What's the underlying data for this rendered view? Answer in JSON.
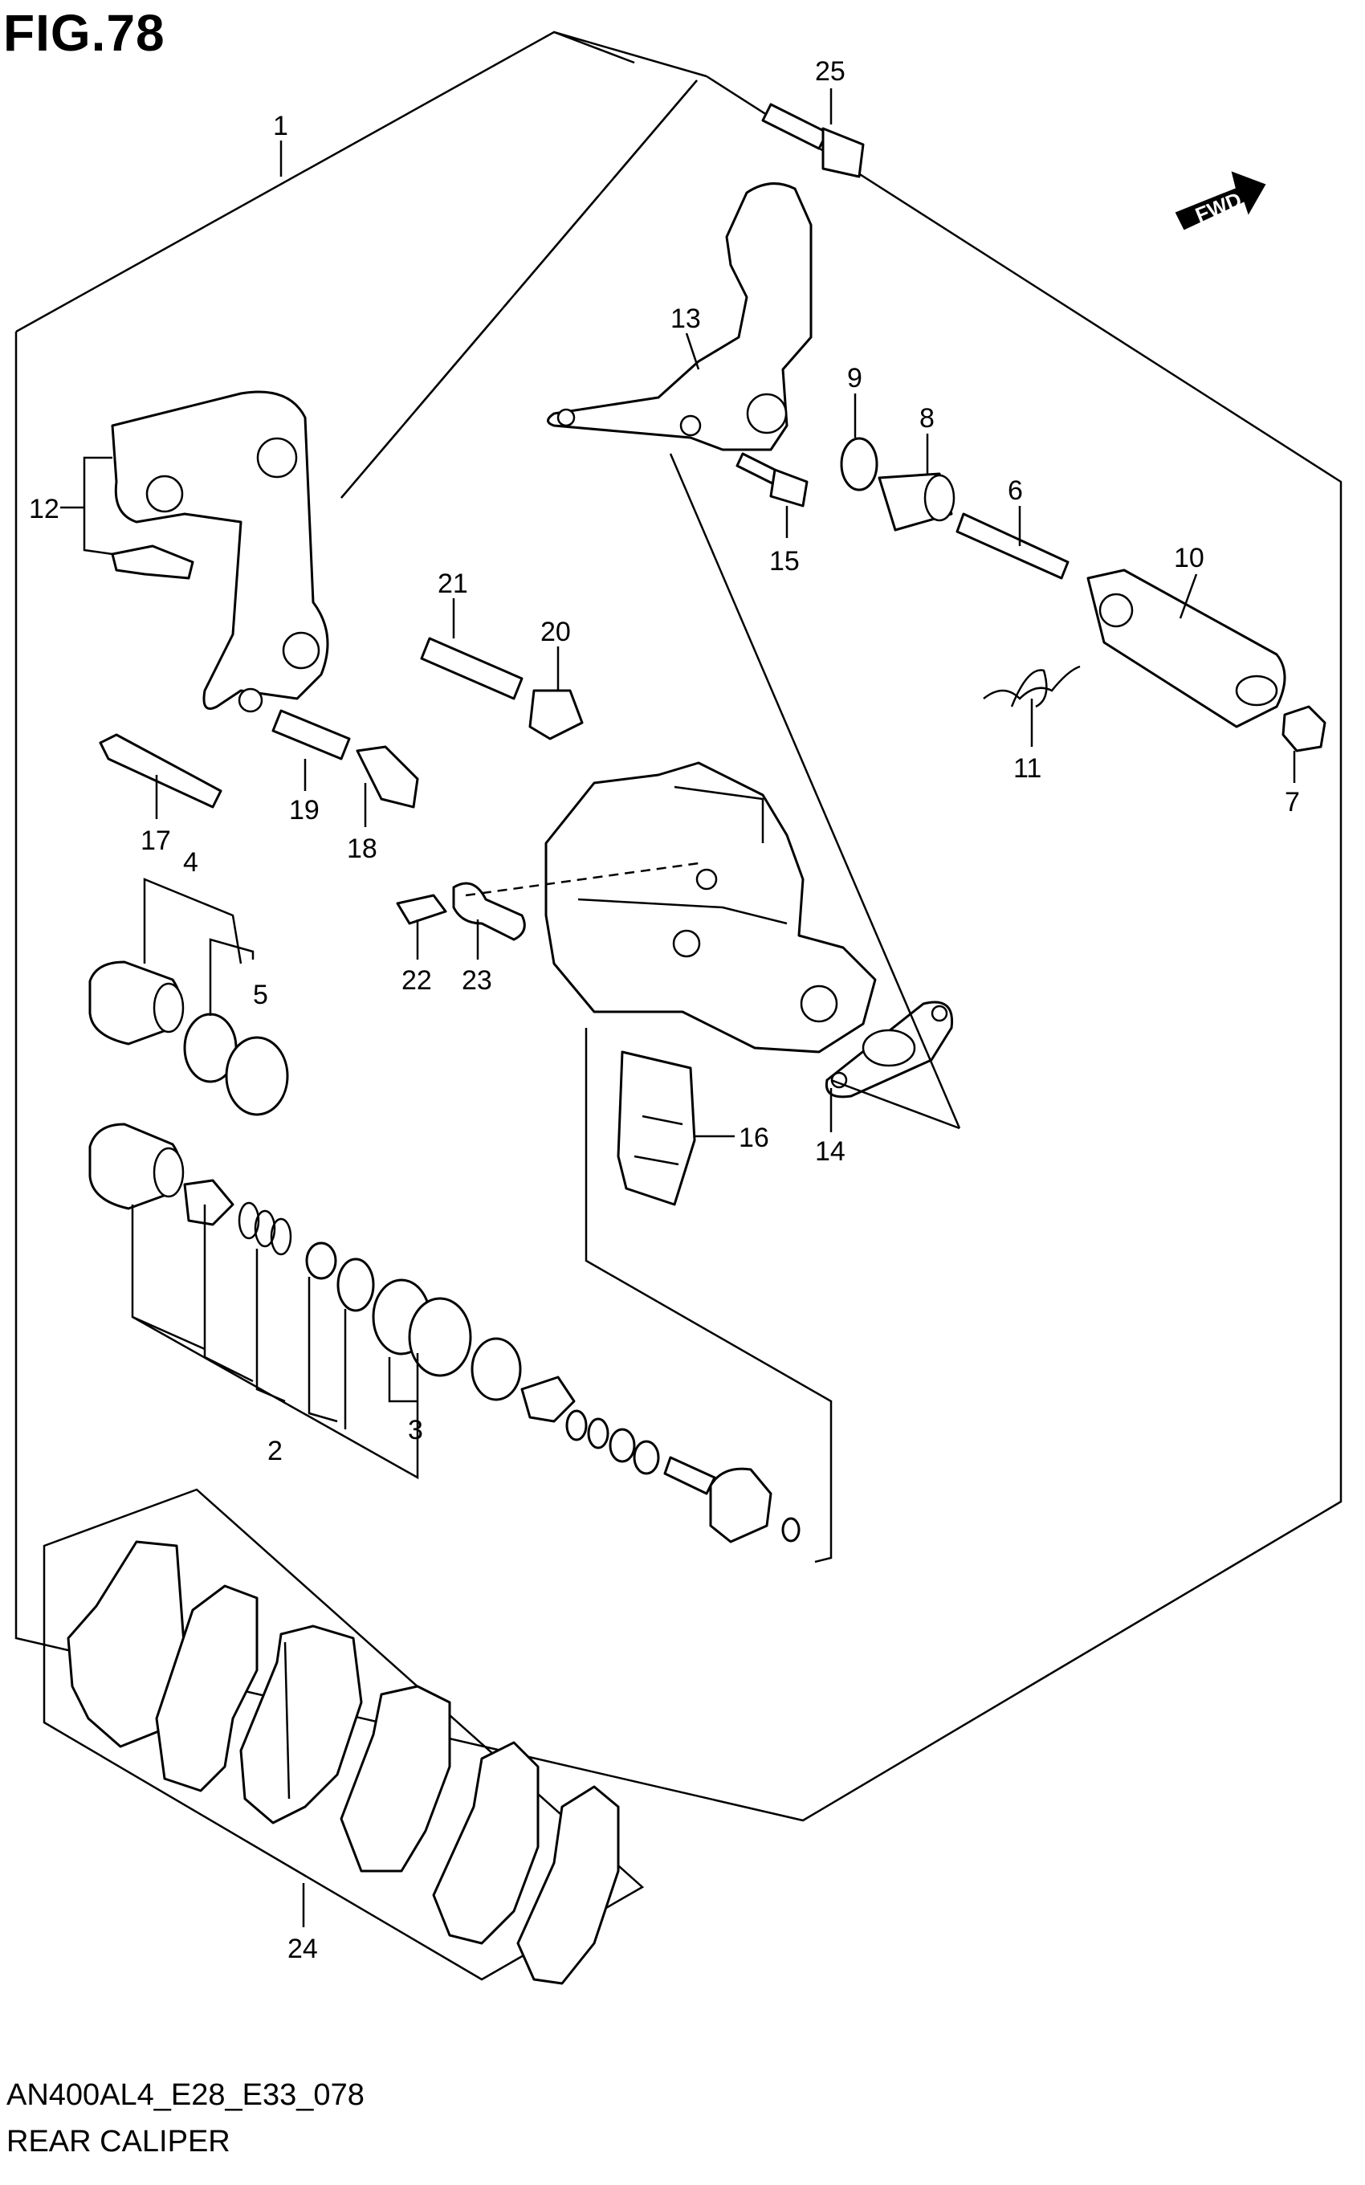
{
  "figure": {
    "title": "FIG.78",
    "code": "AN400AL4_E28_E33_078",
    "name": "REAR CALIPER"
  },
  "direction_marker": {
    "label": "FWD",
    "icon": "forward-arrow-icon"
  },
  "callouts": [
    {
      "id": "1",
      "label": "1"
    },
    {
      "id": "2",
      "label": "2"
    },
    {
      "id": "3",
      "label": "3"
    },
    {
      "id": "4",
      "label": "4"
    },
    {
      "id": "5",
      "label": "5"
    },
    {
      "id": "6",
      "label": "6"
    },
    {
      "id": "7",
      "label": "7"
    },
    {
      "id": "8",
      "label": "8"
    },
    {
      "id": "9",
      "label": "9"
    },
    {
      "id": "10",
      "label": "10"
    },
    {
      "id": "11",
      "label": "11"
    },
    {
      "id": "12",
      "label": "12"
    },
    {
      "id": "13",
      "label": "13"
    },
    {
      "id": "14",
      "label": "14"
    },
    {
      "id": "15",
      "label": "15"
    },
    {
      "id": "16",
      "label": "16"
    },
    {
      "id": "17",
      "label": "17"
    },
    {
      "id": "18",
      "label": "18"
    },
    {
      "id": "19",
      "label": "19"
    },
    {
      "id": "20",
      "label": "20"
    },
    {
      "id": "21",
      "label": "21"
    },
    {
      "id": "22",
      "label": "22"
    },
    {
      "id": "23",
      "label": "23"
    },
    {
      "id": "24",
      "label": "24"
    },
    {
      "id": "25",
      "label": "25"
    }
  ]
}
